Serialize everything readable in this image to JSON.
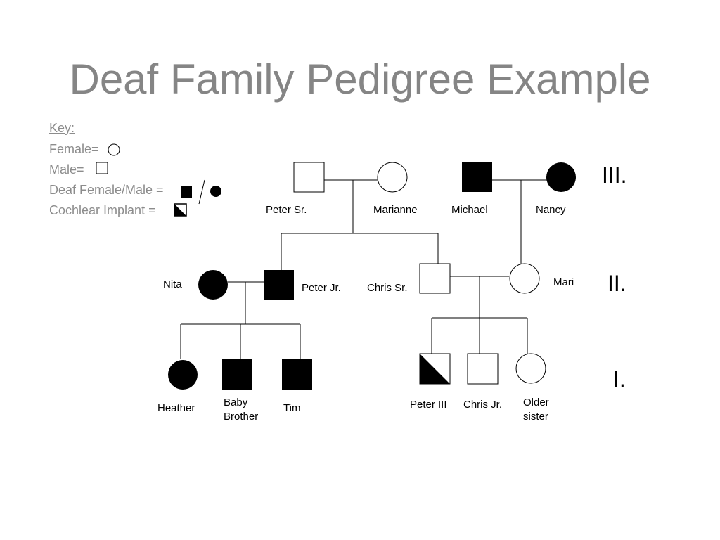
{
  "title": "Deaf Family Pedigree Example",
  "key": {
    "heading": "Key:",
    "female": "Female=",
    "male": "Male=",
    "deaf": "Deaf Female/Male =",
    "cochlear": "Cochlear Implant ="
  },
  "generations": {
    "g3": "III.",
    "g2": "II.",
    "g1": "I."
  },
  "people": {
    "peter_sr": "Peter Sr.",
    "marianne": "Marianne",
    "michael": "Michael",
    "nancy": "Nancy",
    "nita": "Nita",
    "peter_jr": "Peter Jr.",
    "chris_sr": "Chris Sr.",
    "mari": "Mari",
    "heather": "Heather",
    "baby_brother_1": "Baby",
    "baby_brother_2": "Brother",
    "tim": "Tim",
    "peter_iii": "Peter III",
    "chris_jr": "Chris Jr.",
    "older_sister_1": "Older",
    "older_sister_2": "sister"
  }
}
